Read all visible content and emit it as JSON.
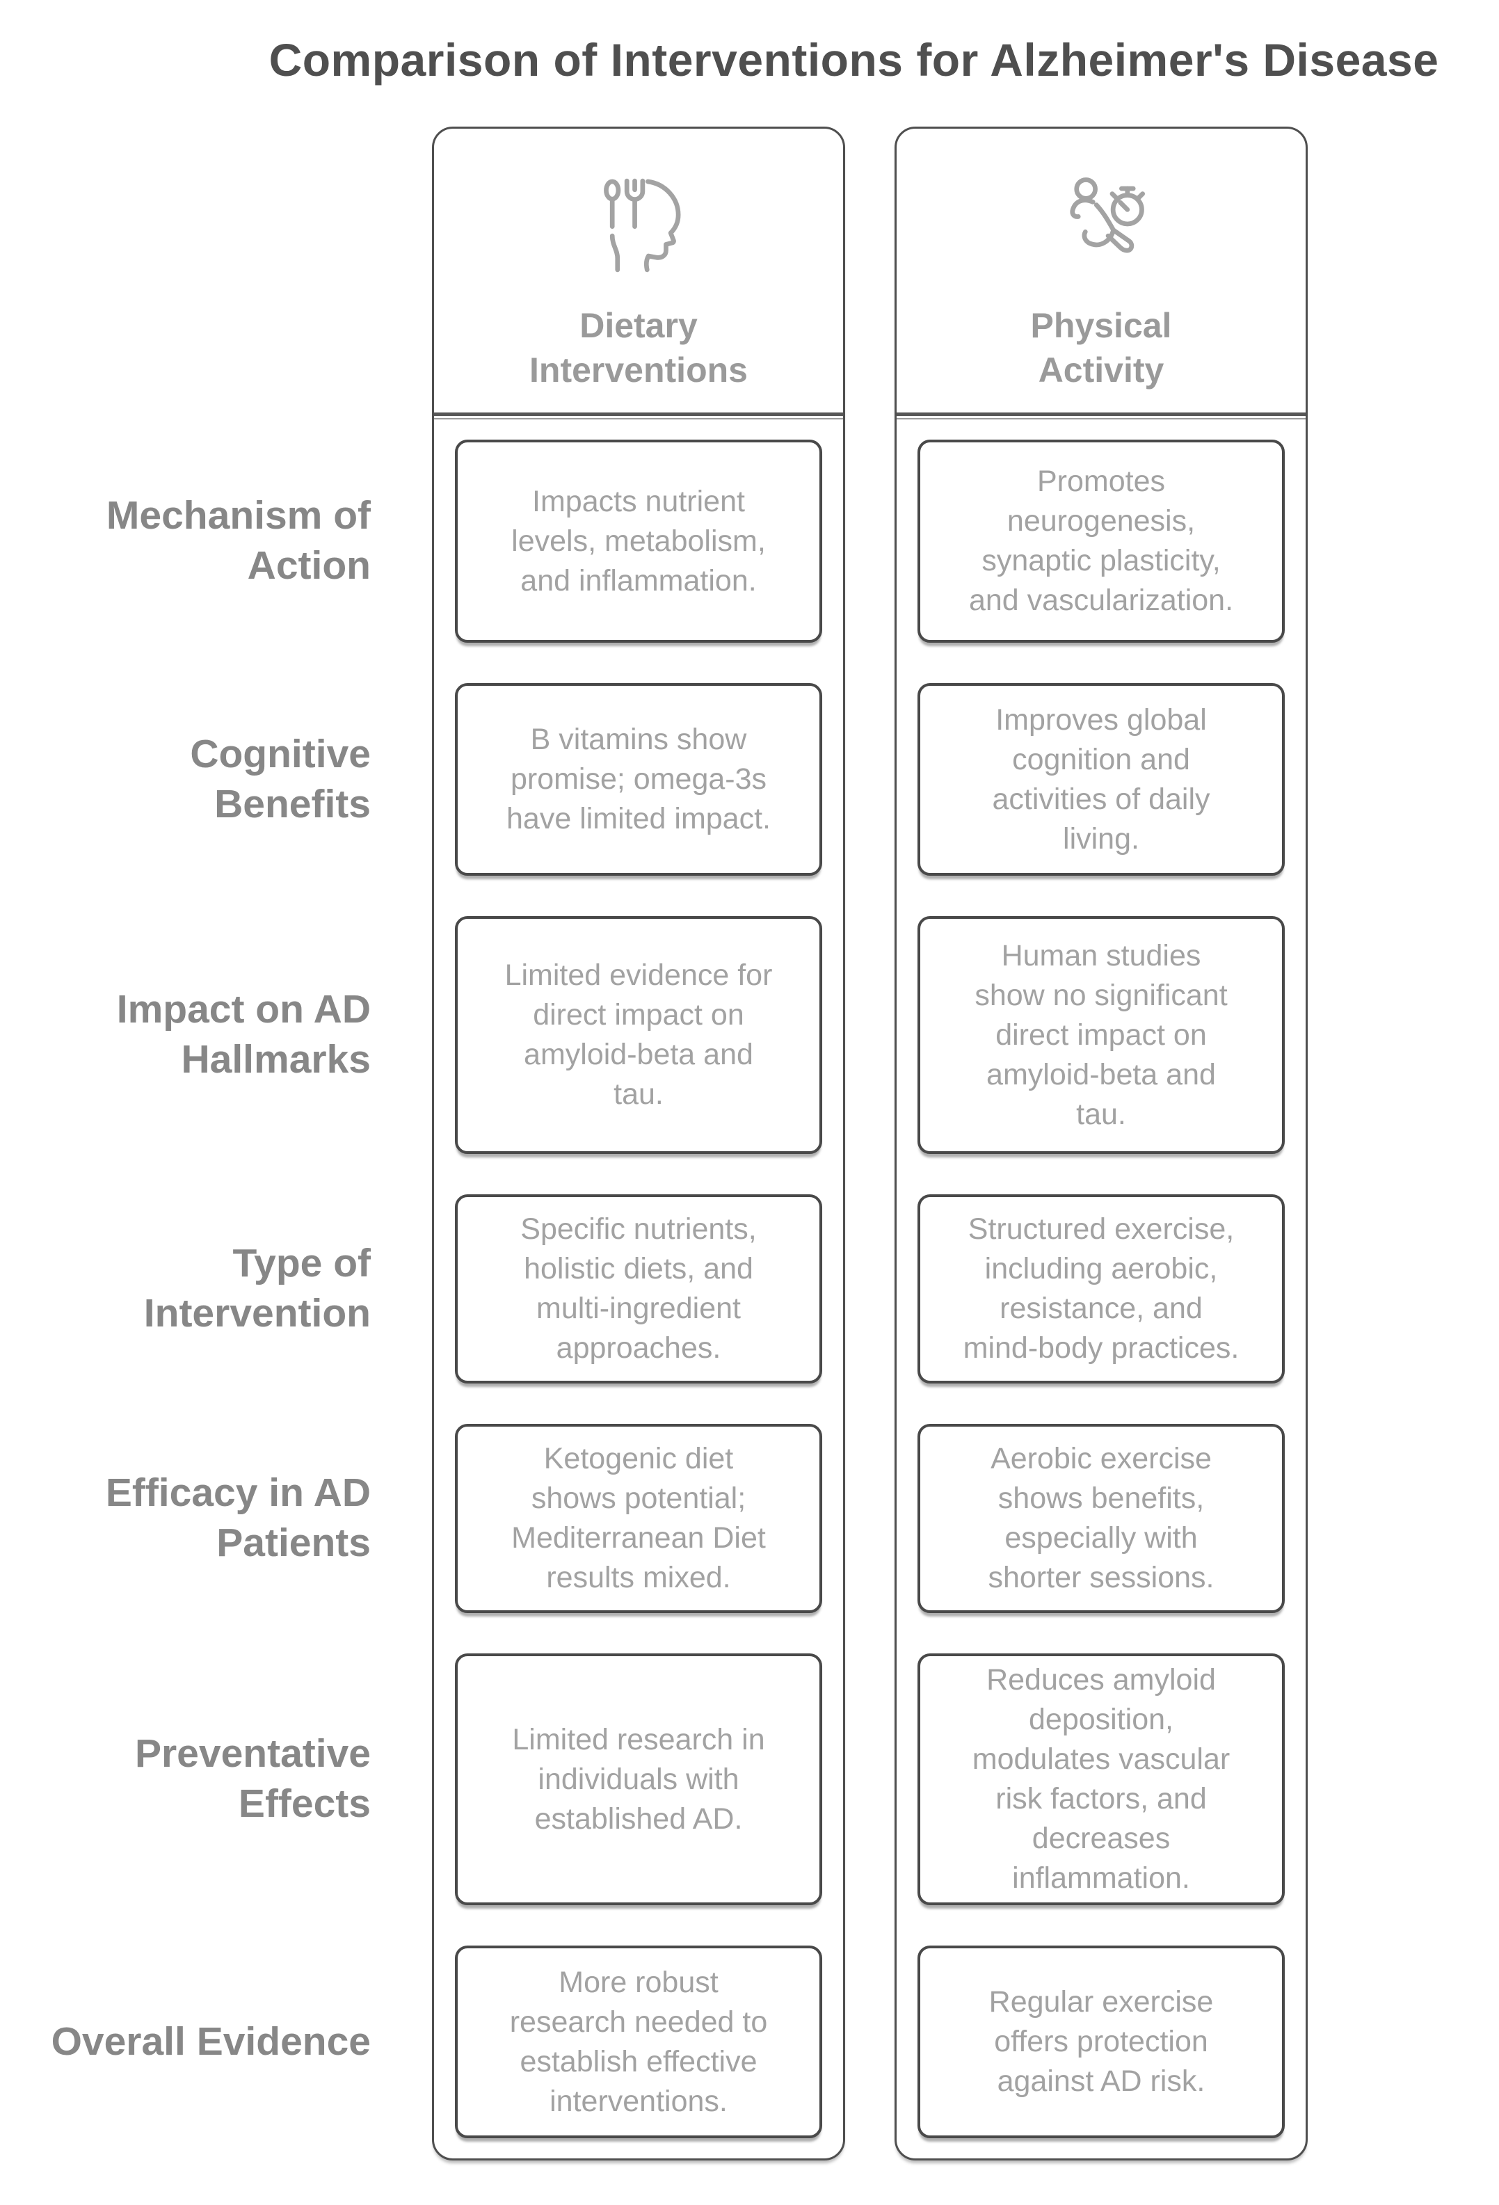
{
  "title": "Comparison of Interventions for Alzheimer's Disease",
  "colors": {
    "card_border": "#4f4f4f",
    "cell_border": "#494949",
    "title_text": "#4f4f4f",
    "row_label_text": "#878787",
    "column_header_text": "#9a9a9a",
    "cell_text": "#a2a2a2",
    "icon_stroke": "#a3a3a3",
    "background": "#ffffff"
  },
  "columns": [
    {
      "id": "dietary",
      "icon": "head-with-spoon-fork-icon",
      "label": "Dietary\nInterventions"
    },
    {
      "id": "physical",
      "icon": "runner-with-stopwatch-icon",
      "label": "Physical\nActivity"
    }
  ],
  "rows": [
    {
      "label": "Mechanism of\nAction",
      "dietary": "Impacts nutrient\nlevels, metabolism,\nand inflammation.",
      "physical": "Promotes\nneurogenesis,\nsynaptic plasticity,\nand vascularization."
    },
    {
      "label": "Cognitive\nBenefits",
      "dietary": "B vitamins show\npromise; omega-3s\nhave limited impact.",
      "physical": "Improves global\ncognition and\nactivities of daily\nliving."
    },
    {
      "label": "Impact on AD\nHallmarks",
      "dietary": "Limited evidence for\ndirect impact on\namyloid-beta and\ntau.",
      "physical": "Human studies\nshow no significant\ndirect impact on\namyloid-beta and\ntau."
    },
    {
      "label": "Type of\nIntervention",
      "dietary": "Specific nutrients,\nholistic diets, and\nmulti-ingredient\napproaches.",
      "physical": "Structured exercise,\nincluding aerobic,\nresistance, and\nmind-body practices."
    },
    {
      "label": "Efficacy in AD\nPatients",
      "dietary": "Ketogenic diet\nshows potential;\nMediterranean Diet\nresults mixed.",
      "physical": "Aerobic exercise\nshows benefits,\nespecially with\nshorter sessions."
    },
    {
      "label": "Preventative\nEffects",
      "dietary": "Limited research in\nindividuals with\nestablished AD.",
      "physical": "Reduces amyloid\ndeposition,\nmodulates vascular\nrisk factors, and\ndecreases\ninflammation."
    },
    {
      "label": "Overall Evidence",
      "dietary": "More robust\nresearch needed to\nestablish effective\ninterventions.",
      "physical": "Regular exercise\noffers protection\nagainst AD risk."
    }
  ]
}
